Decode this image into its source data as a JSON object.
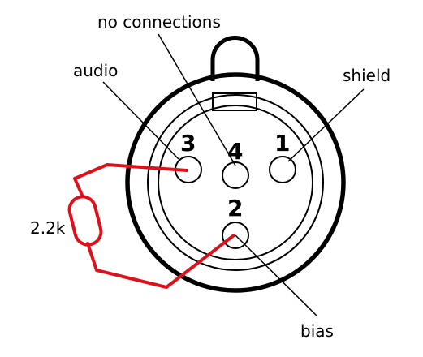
{
  "labels": {
    "no_connections": "no connections",
    "audio": "audio",
    "shield": "shield",
    "resistor": "2.2k",
    "bias": "bias"
  },
  "pins": {
    "pin1": "1",
    "pin2": "2",
    "pin3": "3",
    "pin4": "4"
  },
  "colors": {
    "wire": "#e0101a",
    "outline": "#000000",
    "background": "#ffffff"
  }
}
